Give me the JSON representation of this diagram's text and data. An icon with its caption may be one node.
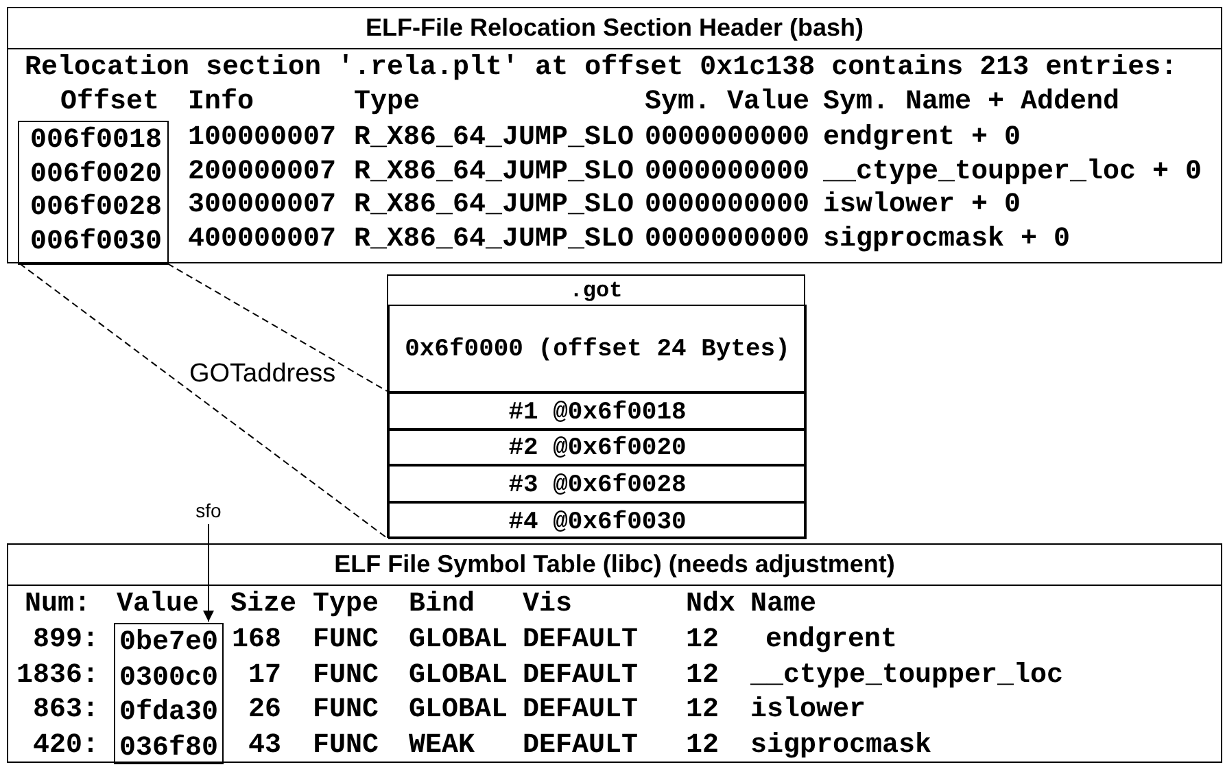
{
  "diagram": {
    "nodes": [
      {
        "text": [
          "ELF-File Relocation Section Header (bash)"
        ]
      },
      {
        "text": [
          "006f0018",
          "006f0020",
          "006f0028",
          "006f0030"
        ],
        "in": 0
      },
      {
        "text": [
          ".got"
        ]
      },
      {
        "text": [
          "0x6f0000 (offset 24 Bytes)"
        ],
        "in": 2
      },
      {
        "text": [
          "#1 @0x6f0018"
        ],
        "in": 2
      },
      {
        "text": [
          "#2 @0x6f0020"
        ],
        "in": 2
      },
      {
        "text": [
          "#3 @0x6f0028"
        ],
        "in": 2
      },
      {
        "text": [
          "#4 @0x6f0030"
        ],
        "in": 2
      },
      {
        "text": [
          "ELF File Symbol Table (libc) (needs adjustment)"
        ]
      },
      {
        "text": [
          "0be7e0",
          "0300c0",
          "0fda30",
          "036f80"
        ],
        "in": 8
      },
      {
        "text": [
          "sfo"
        ]
      }
    ],
    "edges": [
      {
        "from": 1,
        "to": 2,
        "arrow": "none",
        "style": "dashed",
        "label": "GOTaddress"
      },
      {
        "from": 1,
        "to": 2,
        "arrow": "none",
        "style": "dashed"
      },
      {
        "from": 10,
        "to": 9,
        "arrow": "to"
      }
    ],
    "labels": [
      "Relocation section '.rela.plt' at offset 0x1c138 contains 213 entries:",
      "Offset",
      "Info",
      "Type",
      "Sym. Value",
      "Sym. Name + Addend",
      "100000007",
      "R_X86_64_JUMP_SLO",
      "0000000000",
      "endgrent + 0",
      "200000007",
      "R_X86_64_JUMP_SLO",
      "0000000000",
      "__ctype_toupper_loc + 0",
      "300000007",
      "R_X86_64_JUMP_SLO",
      "0000000000",
      "iswlower + 0",
      "400000007",
      "R_X86_64_JUMP_SLO",
      "0000000000",
      "sigprocmask + 0",
      "Num:",
      "Value",
      "Size",
      "Type",
      "Bind",
      "Vis",
      "Ndx",
      "Name",
      "899:",
      "168",
      "FUNC",
      "GLOBAL",
      "DEFAULT",
      "12",
      "endgrent",
      "1836:",
      "17",
      "FUNC",
      "GLOBAL",
      "DEFAULT",
      "12",
      "__ctype_toupper_loc",
      "863:",
      "26",
      "FUNC",
      "GLOBAL",
      "DEFAULT",
      "12",
      "islower",
      "420:",
      "43",
      "FUNC",
      "WEAK",
      "DEFAULT",
      "12",
      "sigprocmask"
    ]
  }
}
